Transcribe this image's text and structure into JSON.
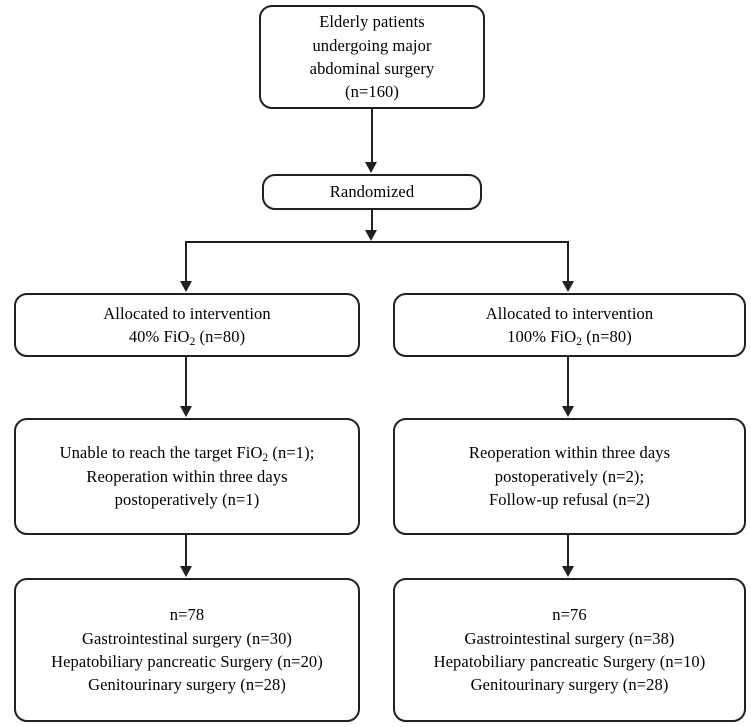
{
  "diagram": {
    "type": "consort-flow-diagram",
    "colors": {
      "line": "#231f20",
      "text": "#000000",
      "background": "#ffffff"
    },
    "nodes": {
      "enrollment": {
        "lines": [
          "Elderly patients",
          "undergoing major",
          "abdominal surgery",
          "(n=160)"
        ],
        "n": 160
      },
      "randomized": {
        "lines": [
          "Randomized"
        ]
      },
      "allocation_left": {
        "line1": "Allocated to intervention",
        "line2_pre": "40% FiO",
        "line2_sub": "2",
        "line2_post": " (n=80)",
        "n": 80,
        "fio2": "40%"
      },
      "allocation_right": {
        "line1": "Allocated to intervention",
        "line2_pre": "100% FiO",
        "line2_sub": "2",
        "line2_post": " (n=80)",
        "n": 80,
        "fio2": "100%"
      },
      "exclusion_left": {
        "line1_pre": "Unable to reach the target FiO",
        "line1_sub": "2",
        "line1_post": " (n=1);",
        "line2": "Reoperation within three days",
        "line3": "postoperatively (n=1)"
      },
      "exclusion_right": {
        "line1": "Reoperation within three days",
        "line2": "postoperatively (n=2);",
        "line3": "Follow-up refusal (n=2)"
      },
      "outcome_left": {
        "line1": "n=78",
        "line2": "Gastrointestinal surgery (n=30)",
        "line3": "Hepatobiliary pancreatic Surgery (n=20)",
        "line4": "Genitourinary surgery (n=28)",
        "total": 78
      },
      "outcome_right": {
        "line1": "n=76",
        "line2": "Gastrointestinal surgery (n=38)",
        "line3": "Hepatobiliary pancreatic Surgery (n=10)",
        "line4": "Genitourinary surgery (n=28)",
        "total": 76
      }
    }
  }
}
